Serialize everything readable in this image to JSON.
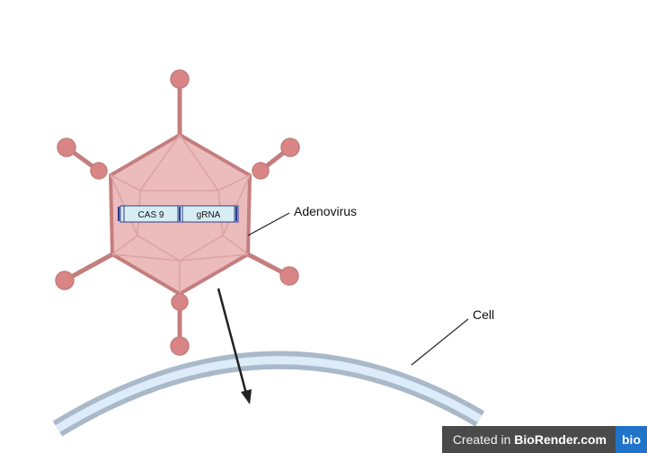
{
  "labels": {
    "adenovirus": "Adenovirus",
    "cell": "Cell"
  },
  "plasmid": {
    "segment1": "CAS 9",
    "segment2": "gRNA"
  },
  "watermark": {
    "prefix": "Created in ",
    "brand": "BioRender.com",
    "logo": "bio"
  },
  "colors": {
    "capsid_fill": "#ecbcbc",
    "capsid_edge": "#c47e7e",
    "fiber_knob": "#d98585",
    "membrane_outer": "#a9b9c9",
    "membrane_inner": "#dcecf8",
    "plasmid_box": "#d6eef3",
    "plasmid_border": "#2b3c8f",
    "arrow": "#222222"
  }
}
